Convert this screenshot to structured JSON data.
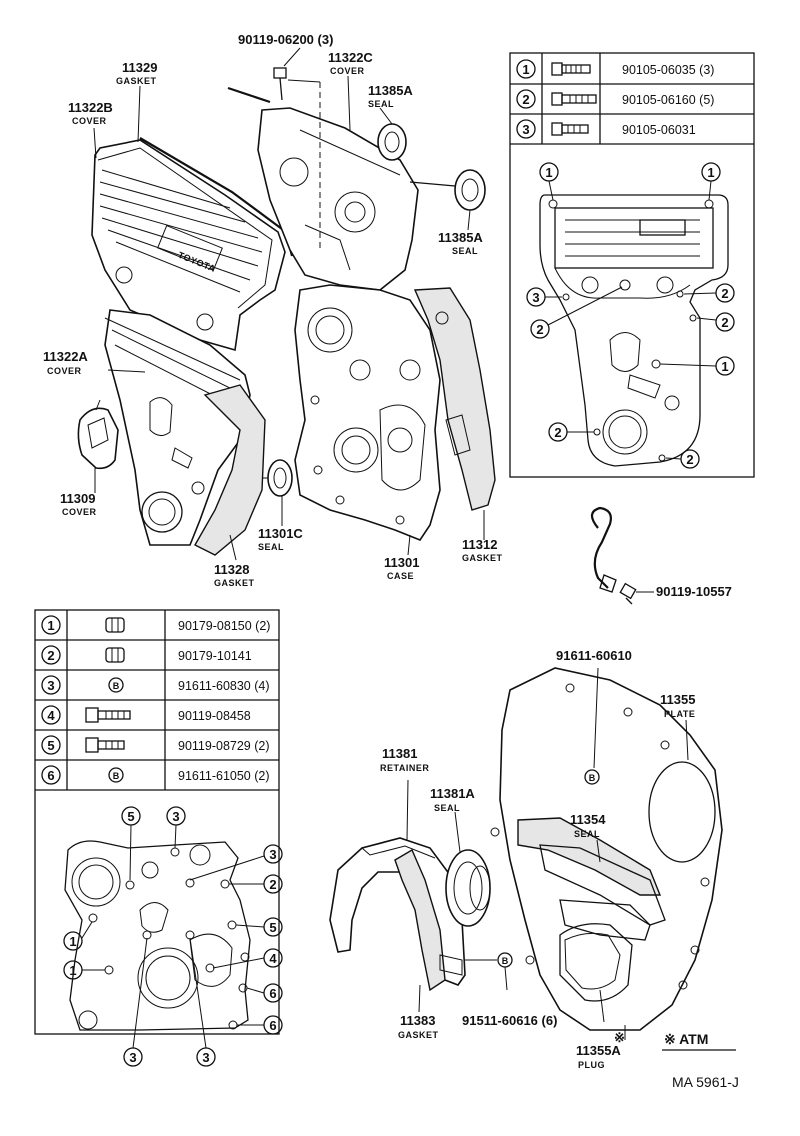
{
  "callouts_top": [
    {
      "part": "90119-06200 (3)",
      "desc": ""
    },
    {
      "part": "11322C",
      "desc": "COVER"
    },
    {
      "part": "11385A",
      "desc": "SEAL"
    },
    {
      "part": "11385A",
      "desc": "SEAL"
    },
    {
      "part": "11329",
      "desc": "GASKET"
    },
    {
      "part": "11322B",
      "desc": "COVER"
    },
    {
      "part": "11322A",
      "desc": "COVER"
    },
    {
      "part": "11309",
      "desc": "COVER"
    },
    {
      "part": "11328",
      "desc": "GASKET"
    },
    {
      "part": "11301C",
      "desc": "SEAL"
    },
    {
      "part": "11301",
      "desc": "CASE"
    },
    {
      "part": "11312",
      "desc": "GASKET"
    }
  ],
  "bolt_callout": "90119-10557",
  "top_table": [
    {
      "num": "1",
      "part": "90105-06035 (3)"
    },
    {
      "num": "2",
      "part": "90105-06160 (5)"
    },
    {
      "num": "3",
      "part": "90105-06031"
    }
  ],
  "left_table": [
    {
      "num": "1",
      "part": "90179-08150 (2)"
    },
    {
      "num": "2",
      "part": "90179-10141"
    },
    {
      "num": "3",
      "part": "91611-60830 (4)"
    },
    {
      "num": "4",
      "part": "90119-08458"
    },
    {
      "num": "5",
      "part": "90119-08729 (2)"
    },
    {
      "num": "6",
      "part": "91611-61050 (2)"
    }
  ],
  "callouts_bottom": [
    {
      "part": "91611-60610",
      "desc": ""
    },
    {
      "part": "11355",
      "desc": "PLATE"
    },
    {
      "part": "11381",
      "desc": "RETAINER"
    },
    {
      "part": "11381A",
      "desc": "SEAL"
    },
    {
      "part": "11354",
      "desc": "SEAL"
    },
    {
      "part": "11383",
      "desc": "GASKET"
    },
    {
      "part": "91511-60616 (6)",
      "desc": ""
    },
    {
      "part": "11355A",
      "desc": "PLUG"
    }
  ],
  "b_marker": "B",
  "atm_note": "※ ATM",
  "asterisk_mark": "※",
  "figure_code": "MA 5961-J"
}
